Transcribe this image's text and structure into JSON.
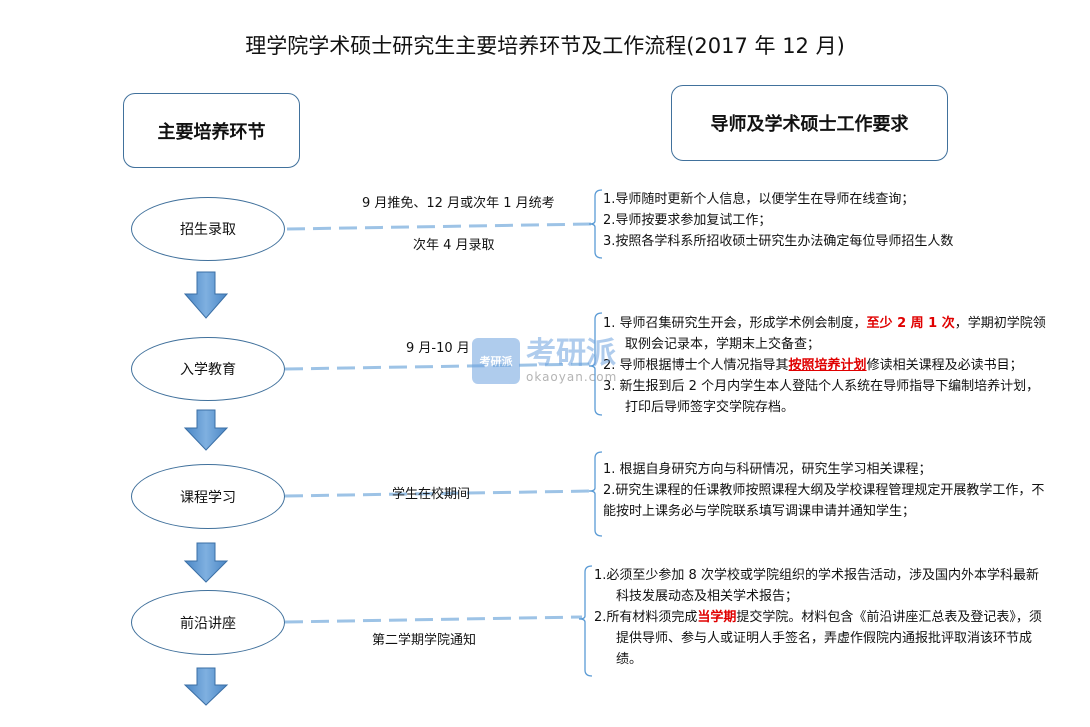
{
  "title": "理学院学术硕士研究生主要培养环节及工作流程(2017 年 12 月)",
  "left_header": "主要培养环节",
  "right_header": "导师及学术硕士工作要求",
  "watermark": {
    "brand": "考研派",
    "url": "okaoyan.com"
  },
  "stages": [
    {
      "name": "招生录取",
      "label_top": "9 月推免、12 月或次年 1 月统考",
      "label_bottom": "次年 4 月录取",
      "requirements": [
        "1.导师随时更新个人信息，以便学生在导师在线查询；",
        "2.导师按要求参加复试工作；",
        "3.按照各学科系所招收硕士研究生办法确定每位导师招生人数"
      ]
    },
    {
      "name": "入学教育",
      "label_top": "9 月-10 月",
      "req1": {
        "a": "1.  导师召集研究生开会，形成学术例会制度，",
        "b": "至少 2 周 1 次",
        "c": "，学期初学院领取例会记录本，学期末上交备查；"
      },
      "req2": {
        "a": "2.  导师根据博士个人情况指导其",
        "b": "按照培养计划",
        "c": "修读相关课程及必读书目；"
      },
      "req3": "3.  新生报到后 2 个月内学生本人登陆个人系统在导师指导下编制培养计划，打印后导师签字交学院存档。"
    },
    {
      "name": "课程学习",
      "label_top": "学生在校期间",
      "requirements": [
        "1.  根据自身研究方向与科研情况，研究生学习相关课程；",
        "2.研究生课程的任课教师按照课程大纲及学校课程管理规定开展教学工作，不能按时上课务必与学院联系填写调课申请并通知学生；"
      ]
    },
    {
      "name": "前沿讲座",
      "label_bottom": "第二学期学院通知",
      "req1": "1.必须至少参加 8 次学校或学院组织的学术报告活动，涉及国内外本学科最新科技发展动态及相关学术报告；",
      "req2": {
        "a": "2.所有材料须完成",
        "b": "当学期",
        "c": "提交学院。材料包含《前沿讲座汇总表及登记表》，须提供导师、参与人或证明人手签名，弄虚作假院内通报批评取消该环节成绩。"
      }
    }
  ],
  "colors": {
    "border": "#41719c",
    "arrow": "#5b9bd5",
    "dash": "#9dc3e6",
    "highlight": "#e00000"
  }
}
